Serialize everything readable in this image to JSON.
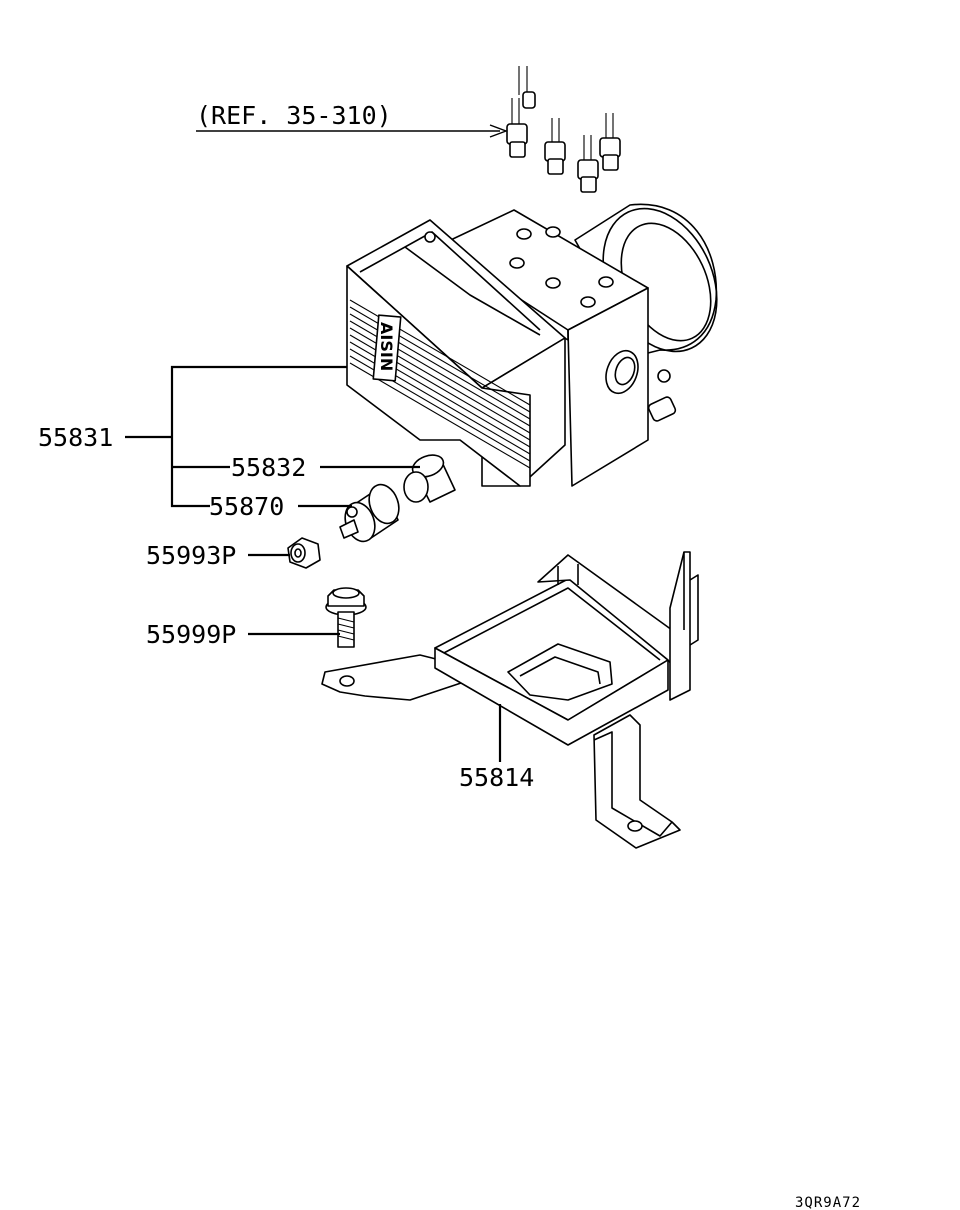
{
  "reference": "(REF. 35-310)",
  "parts": {
    "hydraulic_unit": "55831",
    "bushing": "55832",
    "insulator": "55870",
    "nut": "55993P",
    "bolt": "55999P",
    "bracket": "55814"
  },
  "unit_brand_text": "AISIN",
  "diagram_code": "3QR9A72"
}
